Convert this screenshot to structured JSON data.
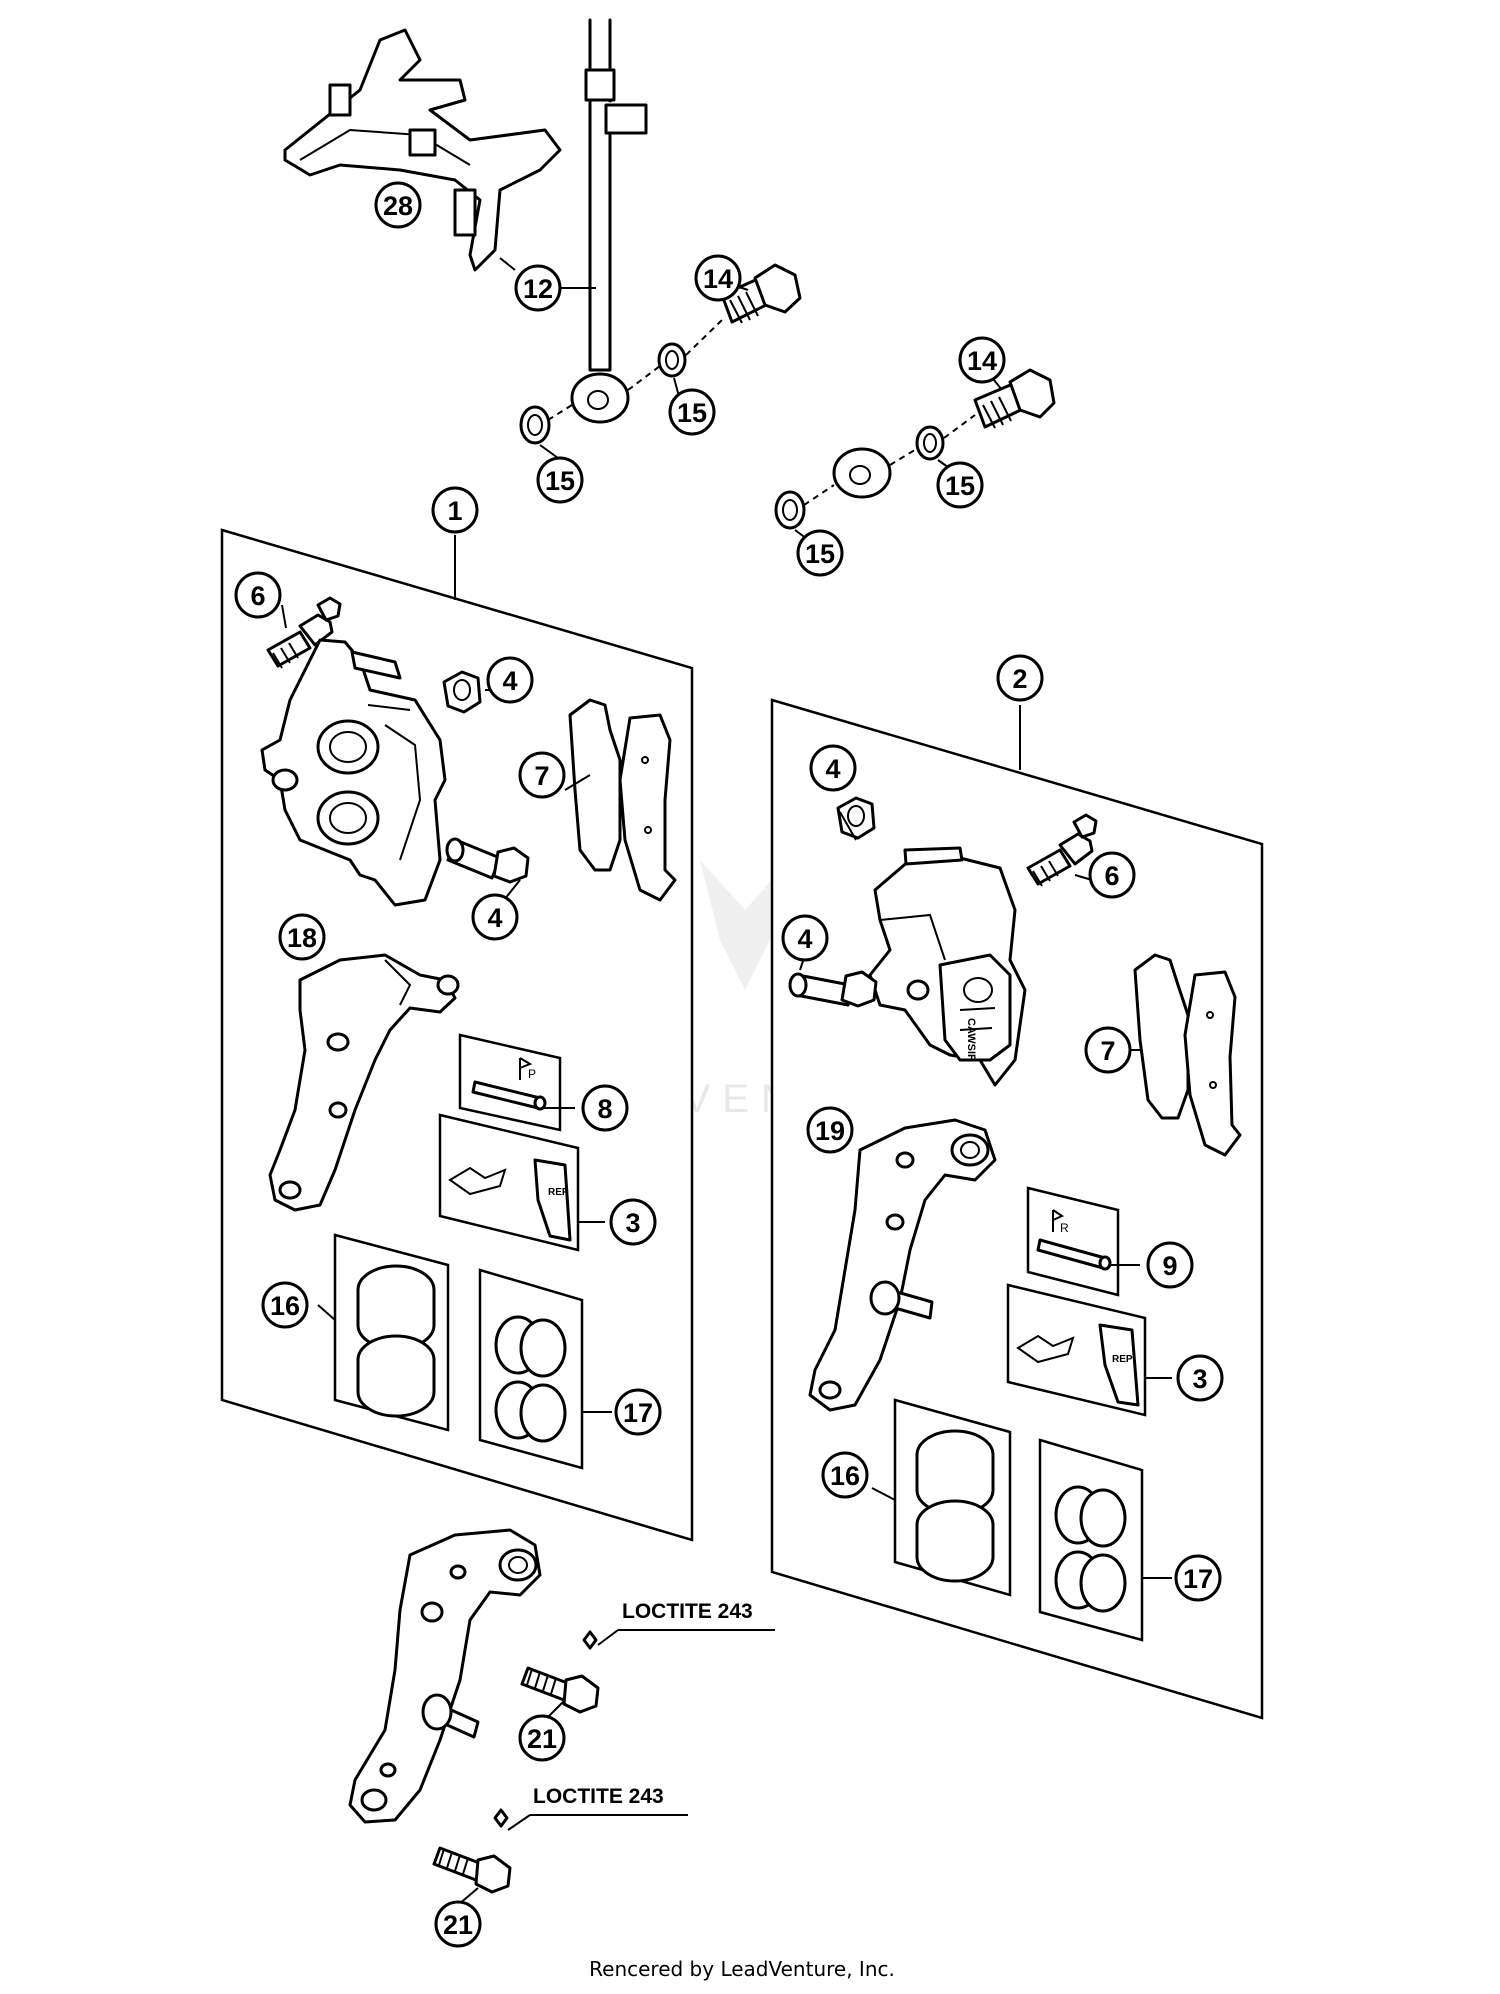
{
  "diagram": {
    "callouts": [
      {
        "id": "c28",
        "label": "28"
      },
      {
        "id": "c12",
        "label": "12"
      },
      {
        "id": "c14a",
        "label": "14"
      },
      {
        "id": "c14b",
        "label": "14"
      },
      {
        "id": "c15a",
        "label": "15"
      },
      {
        "id": "c15b",
        "label": "15"
      },
      {
        "id": "c15c",
        "label": "15"
      },
      {
        "id": "c15d",
        "label": "15"
      },
      {
        "id": "c1",
        "label": "1"
      },
      {
        "id": "c2",
        "label": "2"
      },
      {
        "id": "c6a",
        "label": "6"
      },
      {
        "id": "c4a",
        "label": "4"
      },
      {
        "id": "c4b",
        "label": "4"
      },
      {
        "id": "c7a",
        "label": "7"
      },
      {
        "id": "c18",
        "label": "18"
      },
      {
        "id": "c8",
        "label": "8"
      },
      {
        "id": "c3a",
        "label": "3"
      },
      {
        "id": "c16a",
        "label": "16"
      },
      {
        "id": "c17a",
        "label": "17"
      },
      {
        "id": "c4c",
        "label": "4"
      },
      {
        "id": "c6b",
        "label": "6"
      },
      {
        "id": "c4d",
        "label": "4"
      },
      {
        "id": "c7b",
        "label": "7"
      },
      {
        "id": "c19",
        "label": "19"
      },
      {
        "id": "c9",
        "label": "9"
      },
      {
        "id": "c3b",
        "label": "3"
      },
      {
        "id": "c16b",
        "label": "16"
      },
      {
        "id": "c17b",
        "label": "17"
      },
      {
        "id": "c21a",
        "label": "21"
      },
      {
        "id": "c21b",
        "label": "21"
      }
    ],
    "notes": {
      "loctite_upper": "LOCTITE 243",
      "loctite_lower": "LOCTITE 243"
    },
    "kit_labels": {
      "pad_pin_kit_left": "P",
      "pad_pin_kit_right": "R",
      "seal_kit_mark_left": "REP",
      "seal_kit_mark_right": "REP"
    },
    "caliper_brand": "CAWSIR"
  },
  "watermark": "LEADVENTURE",
  "footer": "Rencered by LeadVenture, Inc."
}
